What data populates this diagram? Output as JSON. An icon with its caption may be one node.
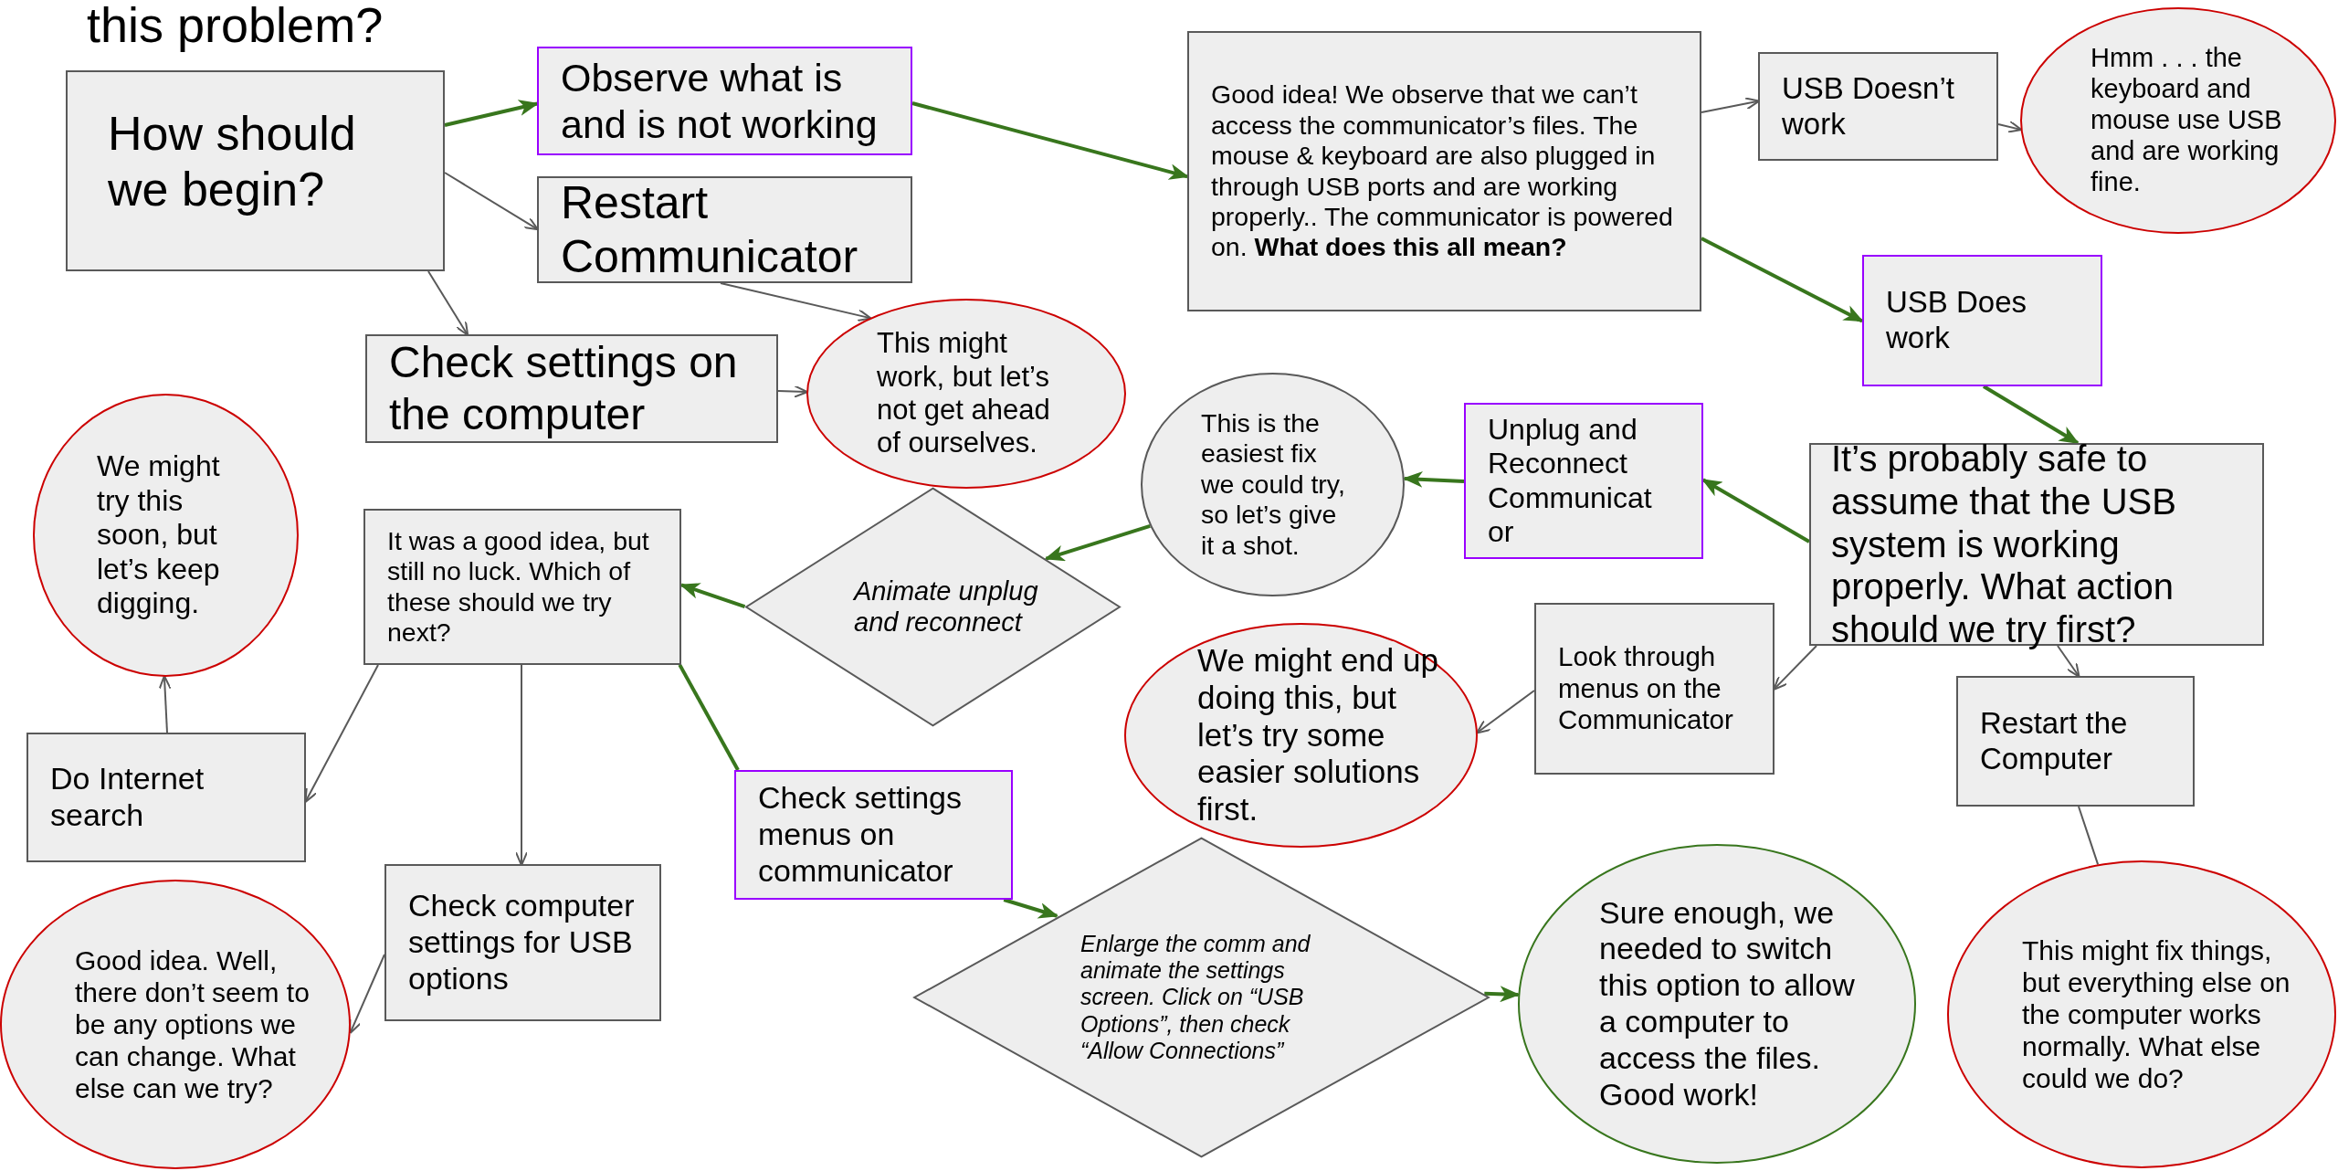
{
  "diagram": {
    "title": "this problem?",
    "nodes": [
      {
        "text": [
          "How should we begin?"
        ]
      },
      {
        "text": [
          "Observe what is and is not working"
        ]
      },
      {
        "text": [
          "Restart Communicator"
        ]
      },
      {
        "text": [
          "Check settings on the computer"
        ]
      },
      {
        "text": [
          "This might work, but let’s not get ahead of ourselves."
        ]
      },
      {
        "text": [
          "Good idea! We observe that we can’t access the communicator’s files. The mouse & keyboard are also plugged in through USB ports and are working properly.. The communicator is powered on. **What does this all mean?**"
        ]
      },
      {
        "text": [
          "USB Doesn’t work"
        ]
      },
      {
        "text": [
          "Hmm . . . the keyboard and mouse use USB and are working fine."
        ]
      },
      {
        "text": [
          "USB Does work"
        ]
      },
      {
        "text": [
          "It’s probably safe to assume that the USB system is working properly. What action should we try first?"
        ]
      },
      {
        "text": [
          "Unplug and Reconnect Communicator"
        ]
      },
      {
        "text": [
          "This is the easiest fix we could try, so let’s give it a shot."
        ]
      },
      {
        "text": [
          "Animate unplug and reconnect"
        ]
      },
      {
        "text": [
          "It was a good idea, but still no luck. Which of these should we try next?"
        ]
      },
      {
        "text": [
          "We might try this soon, but let’s keep digging."
        ]
      },
      {
        "text": [
          "Do Internet search"
        ]
      },
      {
        "text": [
          "Check computer settings for USB options"
        ]
      },
      {
        "text": [
          "Good idea. Well, there don’t seem to be any options we can change. What else can we try?"
        ]
      },
      {
        "text": [
          "Check settings menus on communicator"
        ]
      },
      {
        "text": [
          "Enlarge the comm and animate the settings screen. Click on “USB Options”, then check “Allow Connections”"
        ]
      },
      {
        "text": [
          "Sure enough, we needed to switch this option to allow a computer to access the files. Good work!"
        ]
      },
      {
        "text": [
          "Look through menus on the Communicator"
        ]
      },
      {
        "text": [
          "We might end up doing this, but let’s try some easier solutions first."
        ]
      },
      {
        "text": [
          "Restart the Computer"
        ]
      },
      {
        "text": [
          "This might fix things, but everything else on the computer works normally. What else could we do?"
        ]
      }
    ],
    "edges": [
      {
        "from": 0,
        "to": 1,
        "arrow": "to",
        "color": "#38761d"
      },
      {
        "from": 0,
        "to": 2,
        "arrow": "to"
      },
      {
        "from": 0,
        "to": 3,
        "arrow": "to"
      },
      {
        "from": 2,
        "to": 4,
        "arrow": "to"
      },
      {
        "from": 3,
        "to": 4,
        "arrow": "to"
      },
      {
        "from": 1,
        "to": 5,
        "arrow": "to",
        "color": "#38761d"
      },
      {
        "from": 5,
        "to": 6,
        "arrow": "to"
      },
      {
        "from": 6,
        "to": 7,
        "arrow": "to"
      },
      {
        "from": 5,
        "to": 8,
        "arrow": "to",
        "color": "#38761d"
      },
      {
        "from": 8,
        "to": 9,
        "arrow": "to",
        "color": "#38761d"
      },
      {
        "from": 9,
        "to": 10,
        "arrow": "to",
        "color": "#38761d"
      },
      {
        "from": 10,
        "to": 11,
        "arrow": "to",
        "color": "#38761d"
      },
      {
        "from": 11,
        "to": 12,
        "arrow": "to",
        "color": "#38761d"
      },
      {
        "from": 12,
        "to": 13,
        "arrow": "to",
        "color": "#38761d"
      },
      {
        "from": 13,
        "to": 15,
        "arrow": "to"
      },
      {
        "from": 15,
        "to": 14,
        "arrow": "to"
      },
      {
        "from": 13,
        "to": 16,
        "arrow": "to"
      },
      {
        "from": 16,
        "to": 17,
        "arrow": "to"
      },
      {
        "from": 13,
        "to": 18,
        "arrow": "none",
        "color": "#38761d"
      },
      {
        "from": 18,
        "to": 19,
        "arrow": "to",
        "color": "#38761d"
      },
      {
        "from": 19,
        "to": 20,
        "arrow": "to",
        "color": "#38761d"
      },
      {
        "from": 9,
        "to": 21,
        "arrow": "to"
      },
      {
        "from": 21,
        "to": 22,
        "arrow": "to"
      },
      {
        "from": 9,
        "to": 23,
        "arrow": "to"
      },
      {
        "from": 23,
        "to": 24,
        "arrow": "none"
      }
    ]
  }
}
